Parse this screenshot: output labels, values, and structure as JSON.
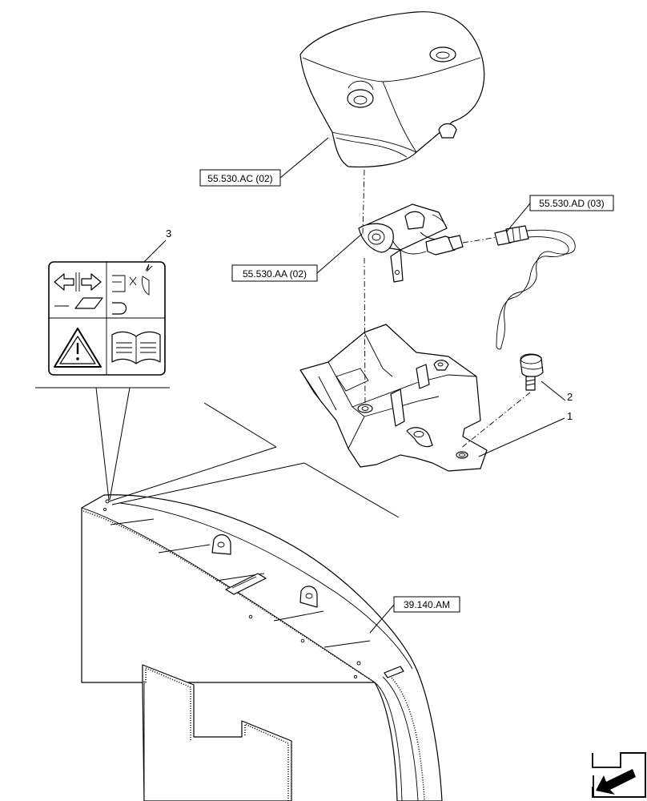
{
  "references": {
    "cover": "55.530.AC (02)",
    "camera": "55.530.AA (02)",
    "harness": "55.530.AD (03)",
    "fender": "39.140.AM"
  },
  "callouts": {
    "label": "3",
    "bolt": "2",
    "bracket": "1"
  }
}
